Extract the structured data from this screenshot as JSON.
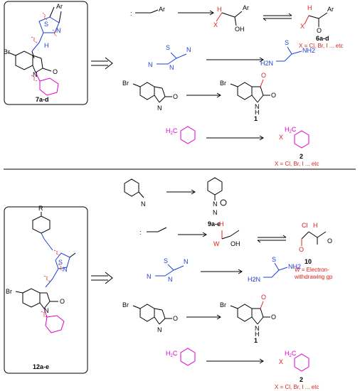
{
  "top": {
    "compound_label": "7a-d",
    "ar": "Ar",
    "br": "Br",
    "n": "N",
    "nh": "H",
    "o": "O",
    "s": "S",
    "product_6": "6a-d",
    "x_list_6": "X = Cl, Br, I ... etc",
    "product_1": "1",
    "product_2": "2",
    "x_list_2": "X = Cl, Br, I ... etc",
    "x": "X",
    "oh": "OH",
    "h": "H",
    "h2": "H2",
    "nh2": "NH2",
    "h2n": "H2N"
  },
  "bottom": {
    "compound_label": "12a-e",
    "r": "R",
    "product_9": "9a-e",
    "product_10": "10",
    "w_note_1": "W = Electron-",
    "w_note_2": "withdrawing gp",
    "w": "W",
    "cl": "Cl",
    "product_1": "1",
    "product_2": "2",
    "x_list_2": "X = Cl, Br, I ... etc"
  }
}
